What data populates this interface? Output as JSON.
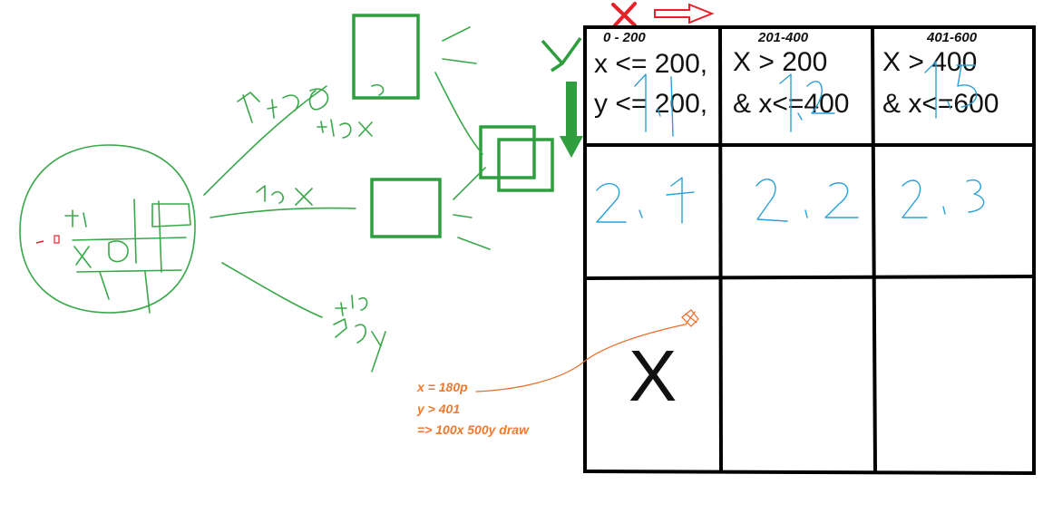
{
  "grid": {
    "ranges": [
      "0 - 200",
      "201-400",
      "401-600"
    ],
    "conditions": [
      [
        "x <= 200,",
        "y <= 200,"
      ],
      [
        "X > 200",
        "& x<=400"
      ],
      [
        "X > 400",
        "& x<=600"
      ]
    ],
    "cell_x_mark": "X"
  },
  "note": {
    "lines": [
      "x = 180p",
      "y > 401",
      "=> 100x 500y draw"
    ]
  },
  "colors": {
    "grid": "#000000",
    "sketch_green": "#3aa84a",
    "annotation_blue": "#2b9fd6",
    "note_orange": "#ef7a2e",
    "mark_red": "#e8202a"
  }
}
